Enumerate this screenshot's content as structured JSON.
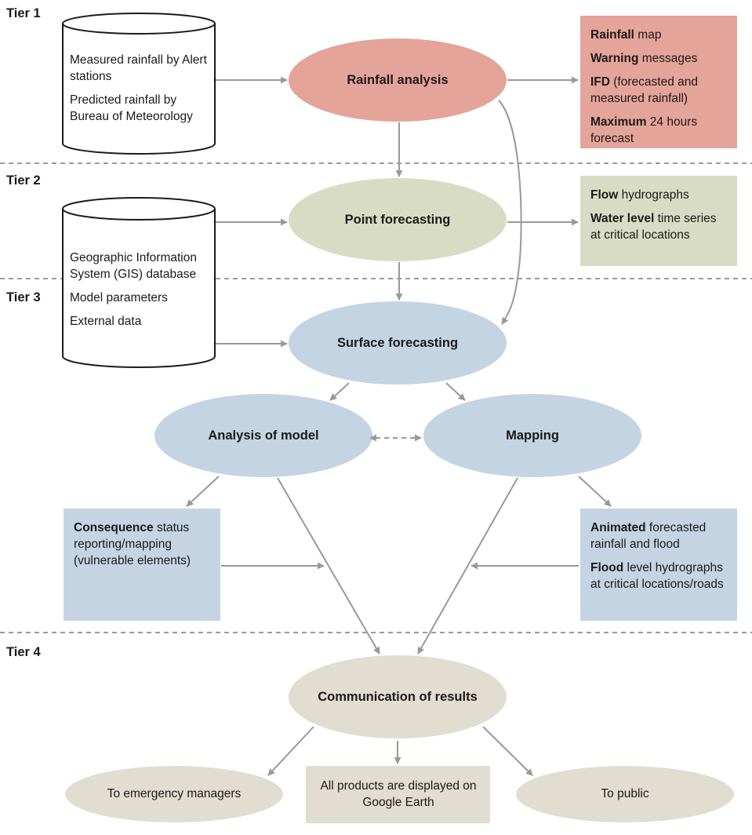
{
  "colors": {
    "rainfall": "#e5a499",
    "point": "#d9dcc4",
    "surface": "#c4d4e2",
    "communication": "#e2ddd1",
    "arrow": "#999999",
    "divider": "#9a9a9a"
  },
  "tiers": [
    "Tier 1",
    "Tier 2",
    "Tier 3",
    "Tier 4"
  ],
  "inputs": {
    "tier1": [
      "Measured rainfall by Alert stations",
      "Predicted rainfall by Bureau of Meteorology"
    ],
    "tier23": [
      "Geographic Information System (GIS) database",
      "Model parameters",
      "External data"
    ]
  },
  "processes": {
    "rainfall_analysis": "Rainfall analysis",
    "point_forecasting": "Point forecasting",
    "surface_forecasting": "Surface forecasting",
    "analysis_of_model": "Analysis of model",
    "mapping": "Mapping",
    "communication": "Communication of results"
  },
  "outputs": {
    "rainfall": [
      {
        "bold": "Rainfall",
        "rest": " map"
      },
      {
        "bold": "Warning",
        "rest": " messages"
      },
      {
        "bold": "IFD",
        "rest": " (forecasted and measured rainfall)"
      },
      {
        "bold": "Maximum",
        "rest": " 24 hours forecast"
      }
    ],
    "point": [
      {
        "bold": "Flow",
        "rest": " hydrographs"
      },
      {
        "bold": "Water level",
        "rest": " time series at critical locations"
      }
    ],
    "consequence": [
      {
        "bold": "Consequence",
        "rest": " status reporting/mapping (vulnerable elements)"
      }
    ],
    "mapping": [
      {
        "bold": "Animated",
        "rest": " forecasted rainfall and flood"
      },
      {
        "bold": "Flood",
        "rest": " level hydrographs at critical locations/roads"
      }
    ]
  },
  "destinations": {
    "emergency": "To emergency managers",
    "google_earth": "All products are displayed on Google Earth",
    "public": "To public"
  }
}
